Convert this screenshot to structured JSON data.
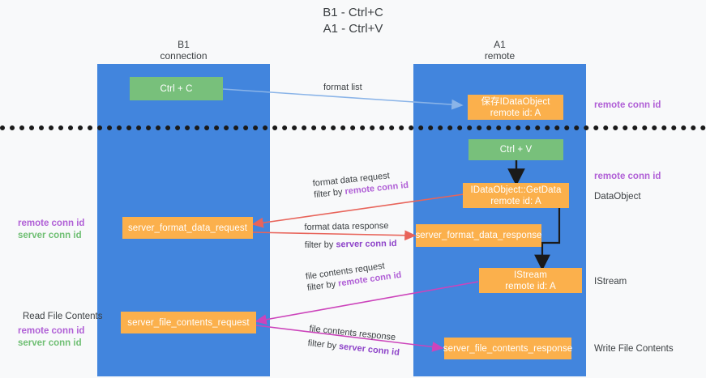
{
  "title": {
    "line1": "B1 - Ctrl+C",
    "line2": "A1 - Ctrl+V"
  },
  "columns": [
    {
      "name": "B1",
      "sub": "connection"
    },
    {
      "name": "A1",
      "sub": "remote"
    }
  ],
  "colors": {
    "lane": "#4285dd",
    "green_node": "#78c07b",
    "orange_node": "#fbb04c",
    "remote_conn_id": "#b05fd6",
    "server_conn_id": "#6fbf73",
    "background": "#f8f9fa",
    "divider": "#1a1a1a",
    "edge_format_list": "#8ab4e8",
    "edge_format_data": "#e8645a",
    "edge_file_contents": "#cc44bb",
    "edge_black": "#1a1a1a"
  },
  "nodes": {
    "ctrl_c": {
      "line1": "Ctrl + C",
      "line2": ""
    },
    "save_dataobject": {
      "line1": "保存IDataObject",
      "line2": "remote id: A"
    },
    "ctrl_v": {
      "line1": "Ctrl + V",
      "line2": ""
    },
    "getdata": {
      "line1": "IDataObject::GetData",
      "line2": "remote id: A"
    },
    "format_req": {
      "line1": "server_format_data_request",
      "line2": ""
    },
    "format_resp": {
      "line1": "server_format_data_response",
      "line2": ""
    },
    "istream": {
      "line1": "IStream",
      "line2": "remote id: A"
    },
    "file_req": {
      "line1": "server_file_contents_request",
      "line2": ""
    },
    "file_resp": {
      "line1": "server_file_contents_response",
      "line2": ""
    }
  },
  "edge_labels": {
    "format_list": "format list",
    "format_data_request": "format data request",
    "format_data_request_filter_pre": "filter by ",
    "format_data_request_filter_key": "remote conn id",
    "format_data_response": "format data response",
    "format_data_response_filter_pre": "filter by ",
    "format_data_response_filter_key": "server conn id",
    "file_contents_request": "file contents request",
    "file_contents_request_filter_pre": "filter by ",
    "file_contents_request_filter_key": "remote conn id",
    "file_contents_response": "file contents response",
    "file_contents_response_filter_pre": "filter by ",
    "file_contents_response_filter_key": "server conn id"
  },
  "annotations": {
    "right_top_remote": "remote conn id",
    "right_mid_remote": "remote conn id",
    "right_dataobject": "DataObject",
    "right_istream": "IStream",
    "right_write_file": "Write File Contents",
    "left_remote_1": "remote conn id",
    "left_server_1": "server conn id",
    "left_read_file": "Read File Contents",
    "left_remote_2": "remote conn id",
    "left_server_2": "server conn id"
  }
}
